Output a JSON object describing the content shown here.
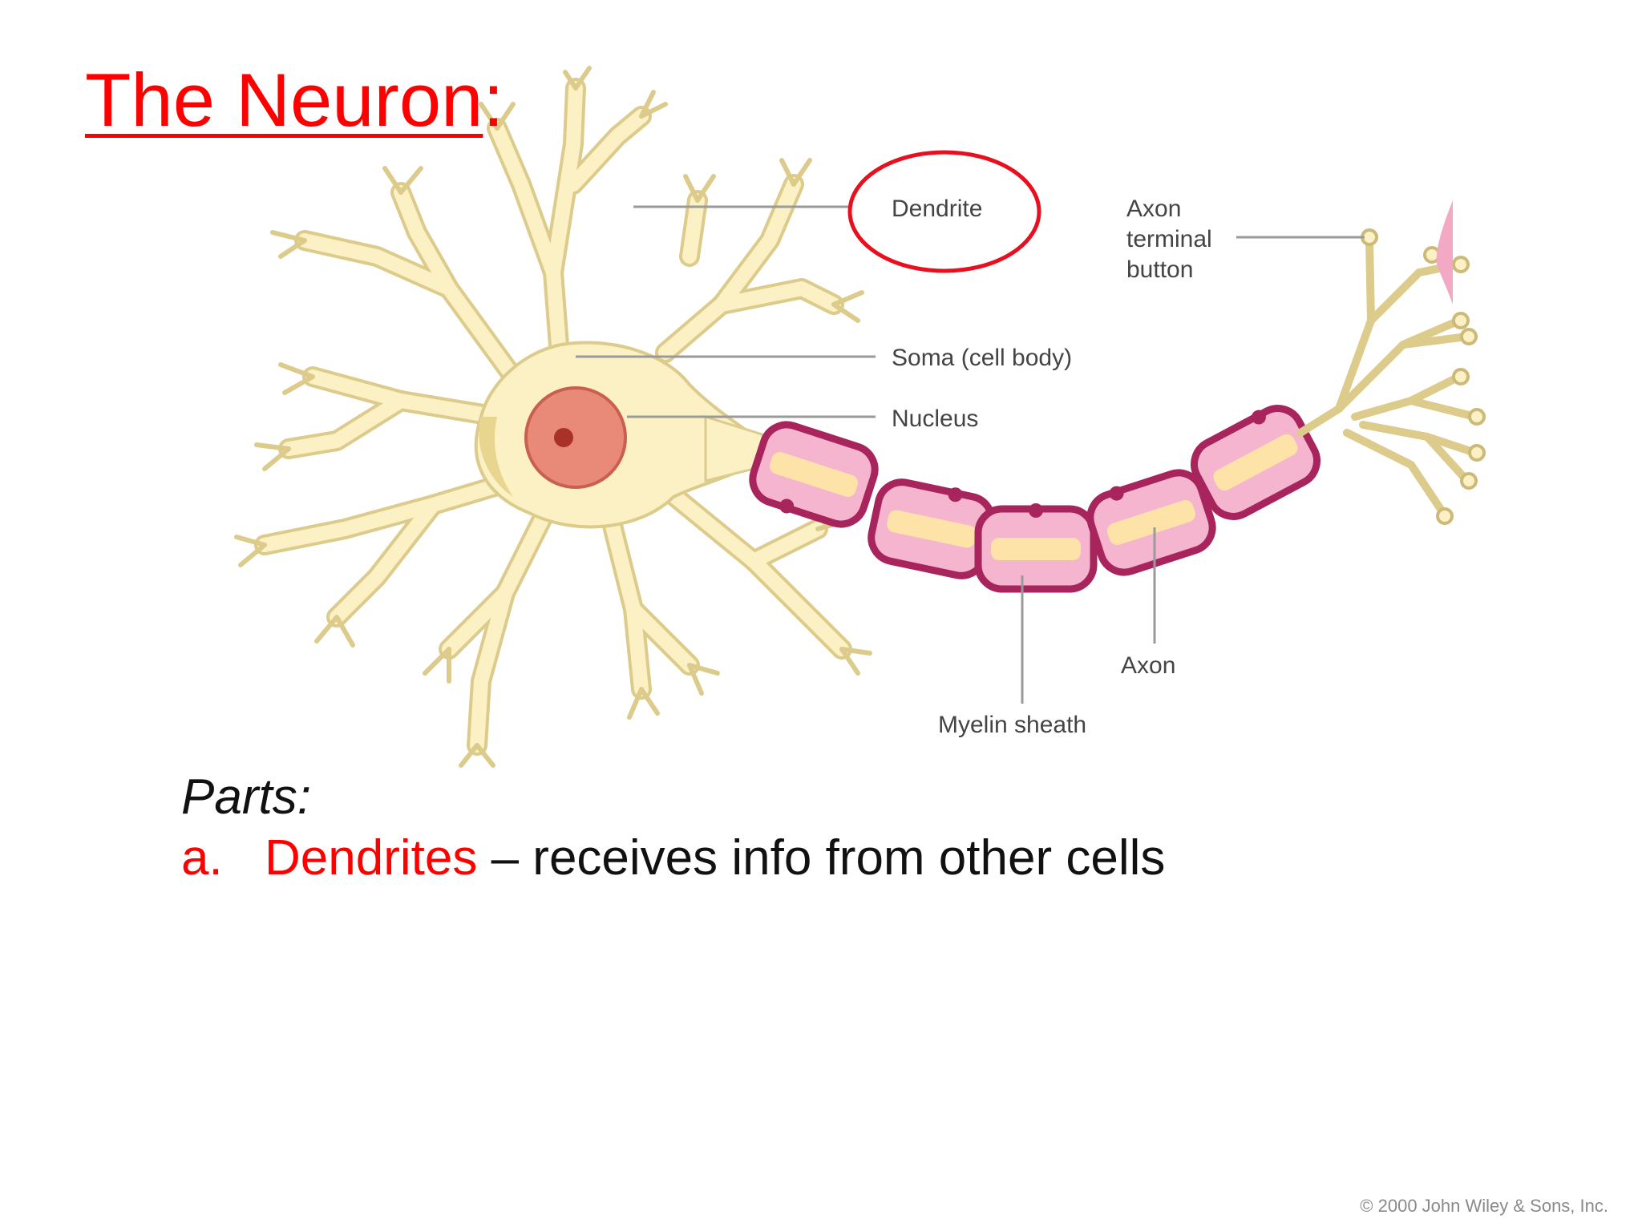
{
  "slide": {
    "title": "The Neuron",
    "title_suffix": ":",
    "title_color": "#ff0000"
  },
  "diagram": {
    "labels": {
      "dendrite": "Dendrite",
      "axon_terminal_line1": "Axon",
      "axon_terminal_line2": "terminal",
      "axon_terminal_line3": "button",
      "soma": "Soma (cell body)",
      "nucleus": "Nucleus",
      "axon": "Axon",
      "myelin": "Myelin sheath"
    },
    "highlight_color": "#e8101e",
    "cell_fill": "#fbf1c4",
    "cell_outline": "#d6c88a",
    "nucleus_fill": "#e98a78",
    "myelin_fill": "#f5b5cf",
    "myelin_outline": "#a8245c"
  },
  "parts": {
    "heading": "Parts:",
    "items": [
      {
        "marker": "a.",
        "term": "Dendrites",
        "description": " – receives info from other cells"
      }
    ]
  },
  "footer": {
    "copyright": "© 2000 John Wiley & Sons, Inc."
  }
}
